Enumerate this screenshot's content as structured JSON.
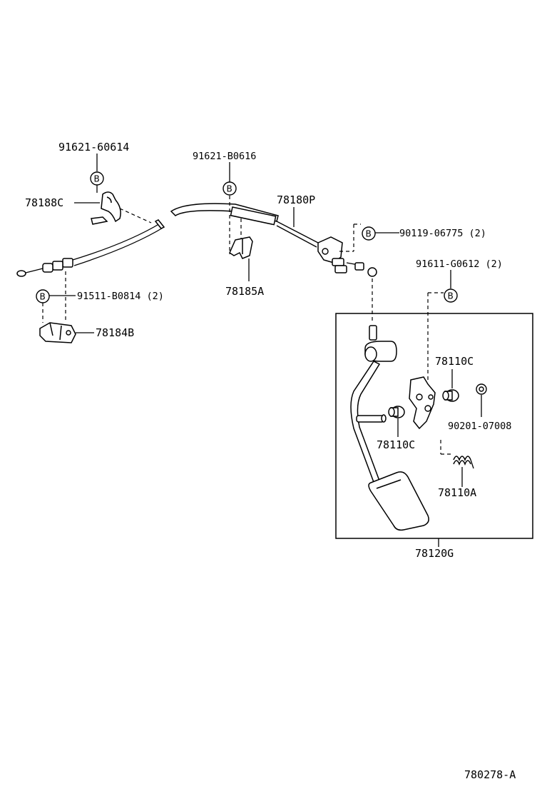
{
  "bolt_marker": "B",
  "parts": {
    "p91621_60614": "91621-60614",
    "p78188C": "78188C",
    "p91511_B0814": "91511-B0814 (2)",
    "p78184B": "78184B",
    "p91621_B0616": "91621-B0616",
    "p78180P": "78180P",
    "p78185A": "78185A",
    "p90119_06775": "90119-06775 (2)",
    "p91611_G0612": "91611-G0612 (2)",
    "p78110C_top": "78110C",
    "p78110C_bottom": "78110C",
    "p90201_07008": "90201-07008",
    "p78110A": "78110A",
    "p78120G": "78120G"
  },
  "diagram_id": "780278-A"
}
